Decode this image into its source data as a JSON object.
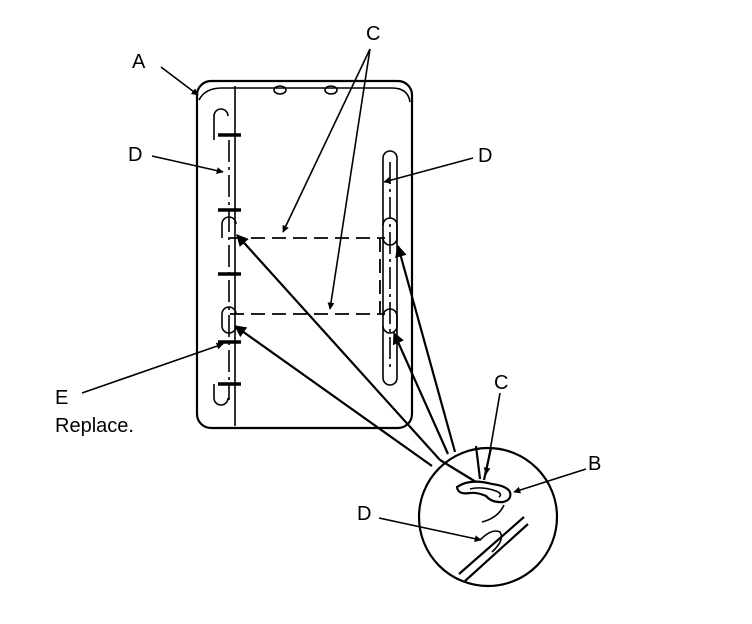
{
  "labels": {
    "a": "A",
    "b": "B",
    "c_top": "C",
    "c_detail": "C",
    "d_left": "D",
    "d_right": "D",
    "d_detail": "D",
    "e": "E",
    "e_note": "Replace."
  },
  "colors": {
    "ink": "#000000",
    "paper": "#ffffff"
  }
}
